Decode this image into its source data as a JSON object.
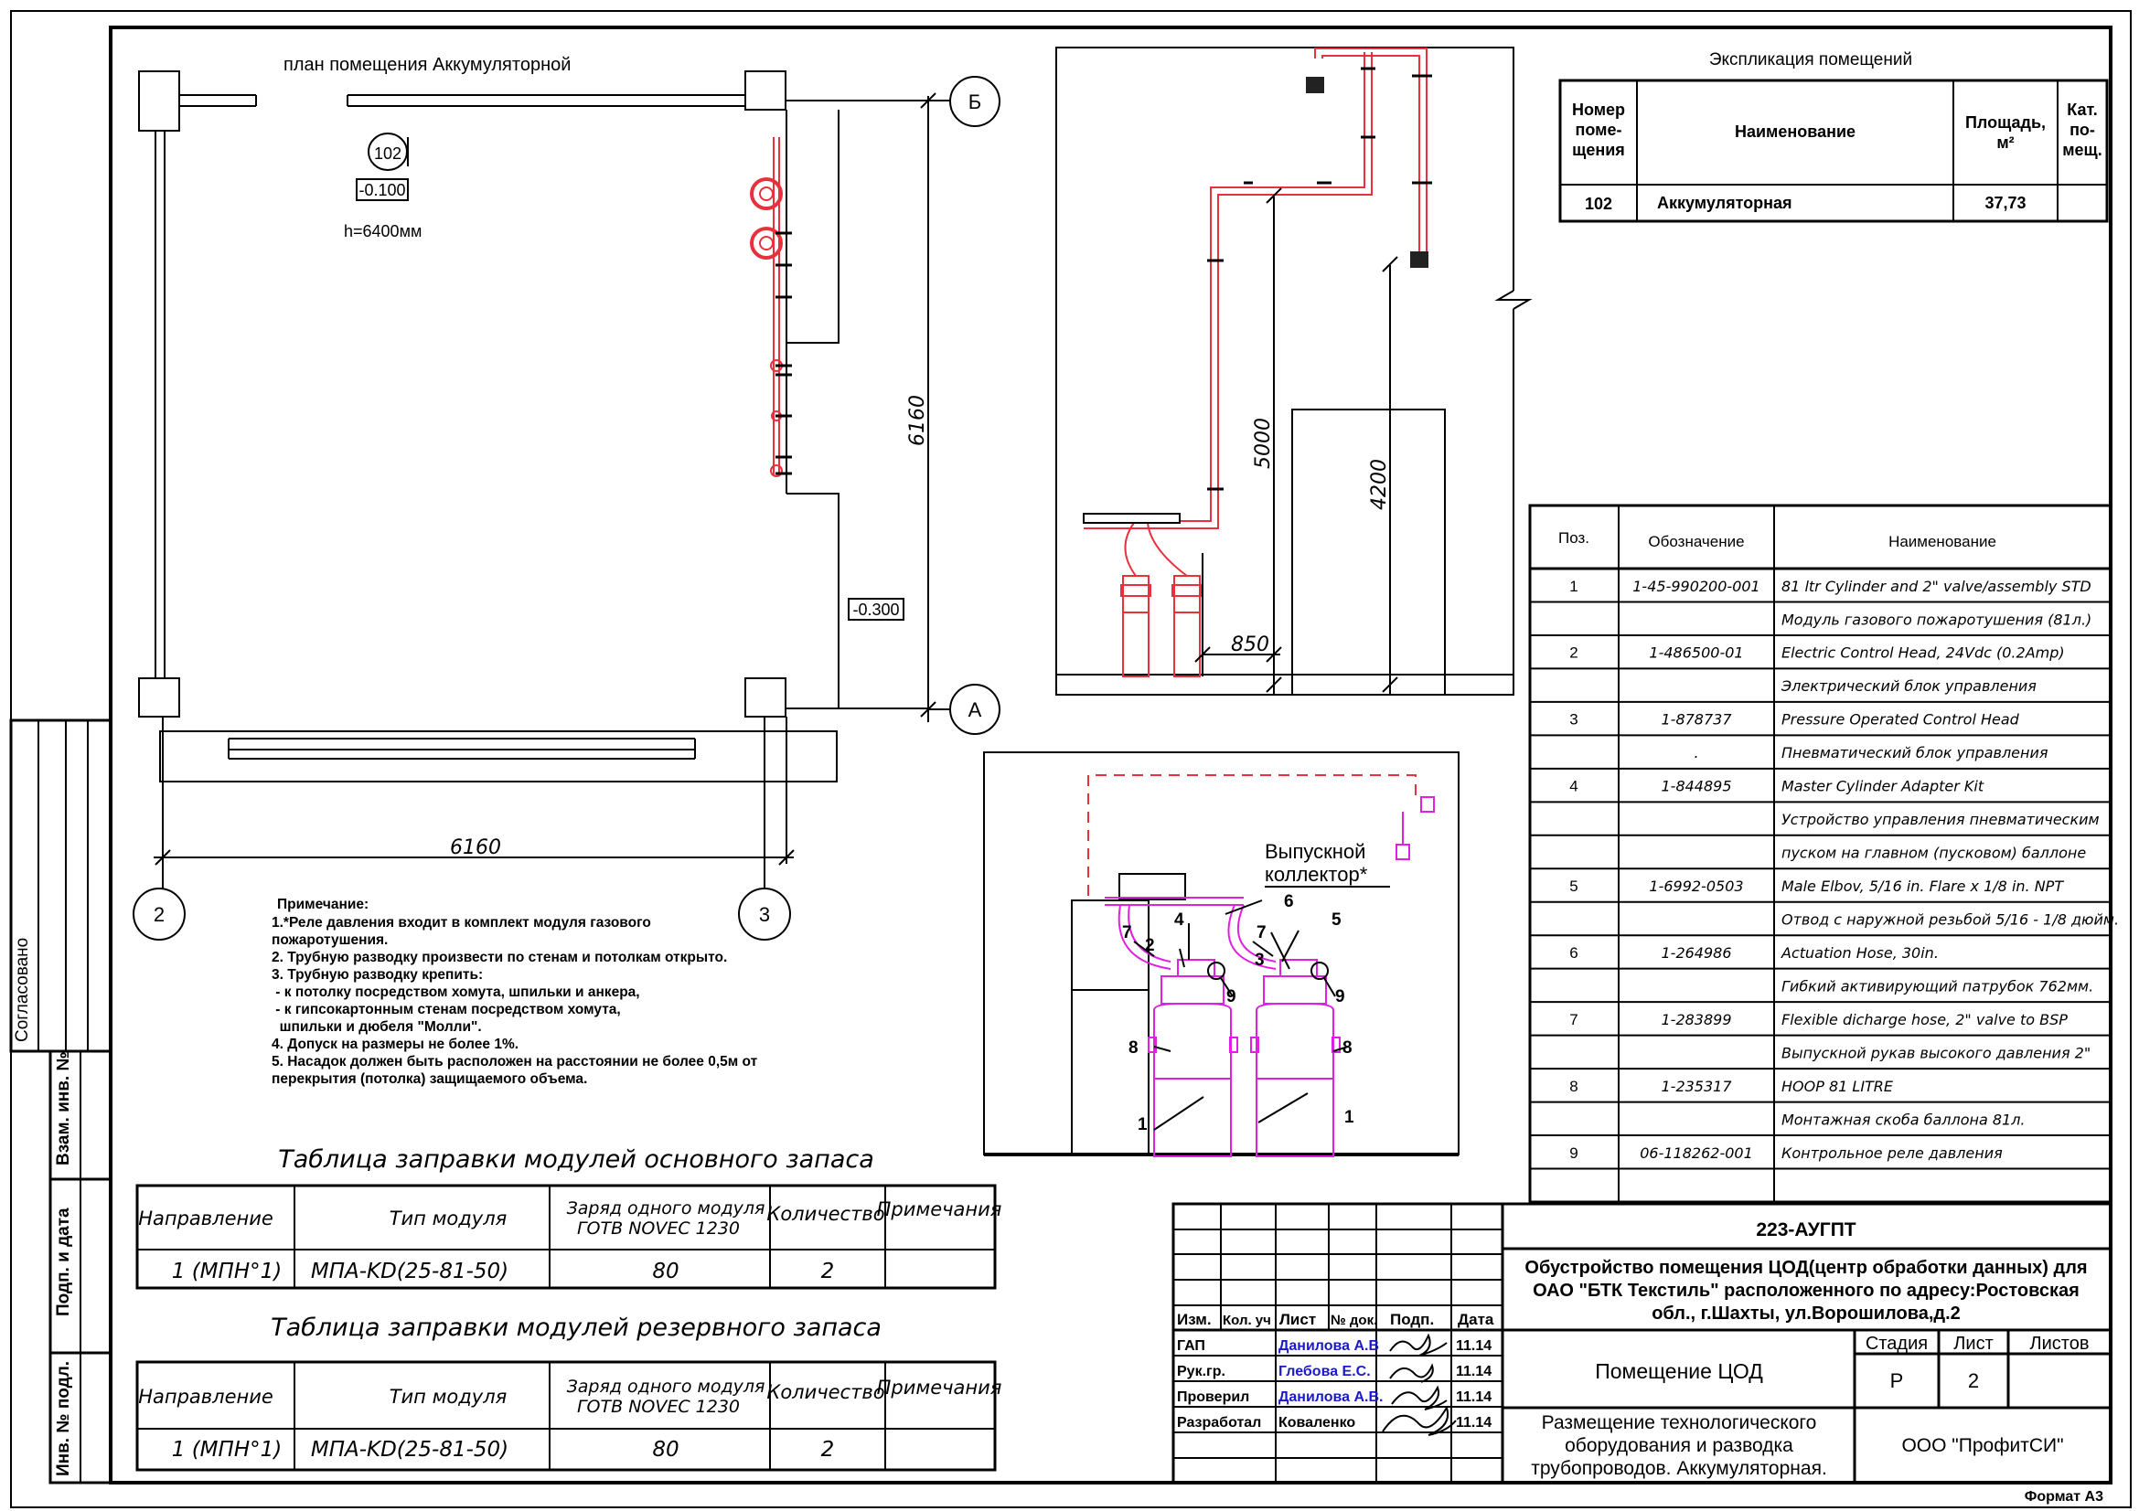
{
  "plan": {
    "title": "план помещения Аккумуляторной",
    "room_no": "102",
    "level_1": "-0.100",
    "height": "h=6400мм",
    "level_2": "-0.300",
    "dim_horizontal": "6160",
    "dim_vertical": "6160",
    "axes": [
      "Б",
      "А",
      "2",
      "3"
    ]
  },
  "notes": {
    "title": "Примечание:",
    "lines": [
      "1.*Реле давления входит в комплект модуля газового",
      "пожаротушения.",
      "2. Трубную разводку произвести по стенам и потолкам открыто.",
      "3. Трубную разводку крепить:",
      " - к потолку посредством хомута, шпильки и анкера,",
      " - к гипсокартонным стенам посредством хомута,",
      "  шпильки и дюбеля \"Молли\".",
      "4. Допуск на размеры не более 1%.",
      "5. Насадок должен быть расположен на расстоянии не более 0,5м от",
      "перекрытия (потолка) защищаемого объема."
    ]
  },
  "elevation": {
    "dim_5000": "5000",
    "dim_4200": "4200",
    "dim_850": "850"
  },
  "detail": {
    "label_line1": "Выпускной",
    "label_line2": "коллектор*",
    "callouts": [
      "4",
      "6",
      "5",
      "7",
      "2",
      "7",
      "3",
      "9",
      "9",
      "8",
      "8",
      "1",
      "1"
    ]
  },
  "explication": {
    "title": "Экспликация помещений",
    "headers": [
      "Номер поме-щения",
      "Наименование",
      "Площадь, м²",
      "Кат. по-мещ."
    ],
    "header_lines": {
      "h1": [
        "Номер",
        "поме-",
        "щения"
      ],
      "h2": [
        "Наименование"
      ],
      "h3": [
        "Площадь,",
        "м²"
      ],
      "h4": [
        "Кат.",
        "по-",
        "мещ."
      ]
    },
    "rows": [
      [
        "102",
        "Аккумуляторная",
        "37,73",
        ""
      ]
    ]
  },
  "spec": {
    "headers": [
      "Поз.",
      "Обозначение",
      "Наименование"
    ],
    "rows": [
      [
        "1",
        "1-45-990200-001",
        "81 ltr Cylinder and 2\" valve/assembly STD"
      ],
      [
        "",
        "",
        "Модуль газового пожаротушения (81л.)"
      ],
      [
        "2",
        "1-486500-01",
        "Electric Control Head, 24Vdc (0.2Amp)"
      ],
      [
        "",
        "",
        "Электрический блок управления"
      ],
      [
        "3",
        "1-878737",
        "Pressure Operated Control Head"
      ],
      [
        "",
        ".",
        "Пневматический блок управления"
      ],
      [
        "4",
        "1-844895",
        "Master Cylinder Adapter Kit"
      ],
      [
        "",
        "",
        "Устройство управления пневматическим"
      ],
      [
        "",
        "",
        "пуском на главном (пусковом) баллоне"
      ],
      [
        "5",
        "1-6992-0503",
        "Male Elbov, 5/16 in. Flare x 1/8 in. NPT"
      ],
      [
        "",
        "",
        "Отвод с наружной резьбой 5/16 - 1/8 дюйм."
      ],
      [
        "6",
        "1-264986",
        "Actuation Hose, 30in."
      ],
      [
        "",
        "",
        "Гибкий активирующий патрубок 762мм."
      ],
      [
        "7",
        "1-283899",
        "Flexible dicharge hose, 2\" valve to BSP"
      ],
      [
        "",
        "",
        "Выпускной рукав высокого давления 2\""
      ],
      [
        "8",
        "1-235317",
        "HOOP 81 LITRE"
      ],
      [
        "",
        "",
        "Монтажная скоба баллона 81л."
      ],
      [
        "9",
        "06-118262-001",
        "Контрольное реле давления"
      ],
      [
        "",
        "",
        ""
      ]
    ]
  },
  "fill_main": {
    "title": "Таблица заправки модулей основного запаса",
    "headers": [
      "Направление",
      "Тип модуля",
      "Заряд одного модуля ГОТВ NOVEC 1230",
      "Количество",
      "Примечания"
    ],
    "row": [
      "1 (МПН°1)",
      "МПА-KD(25-81-50)",
      "80",
      "2",
      ""
    ]
  },
  "fill_reserve": {
    "title": "Таблица заправки модулей резервного запаса",
    "headers": [
      "Направление",
      "Тип модуля",
      "Заряд одного модуля ГОТВ NOVEC 1230",
      "Количество",
      "Примечания"
    ],
    "row": [
      "1 (МПН°1)",
      "МПА-KD(25-81-50)",
      "80",
      "2",
      ""
    ]
  },
  "titleblock": {
    "code": "223-АУГПТ",
    "project": [
      "Обустройство помещения ЦОД(центр обработки данных) для",
      "ОАО \"БТК Текстиль\" расположенного по адресу:Ростовская",
      "обл., г.Шахты, ул.Ворошилова,д.2"
    ],
    "object": "Помещение ЦОД",
    "sheet_title": [
      "Размещение технологического",
      "оборудования и разводка",
      "трубопроводов. Аккумуляторная."
    ],
    "company": "ООО \"ПрофитСИ\"",
    "col_headers": [
      "Изм.",
      "Кол. уч",
      "Лист",
      "№ док.",
      "Подп.",
      "Дата"
    ],
    "stage_headers": [
      "Стадия",
      "Лист",
      "Листов"
    ],
    "stage_values": [
      "Р",
      "2",
      ""
    ],
    "signers": [
      {
        "role": "ГАП",
        "name": "Данилова А.В",
        "date": "11.14",
        "blue": true
      },
      {
        "role": "Рук.гр.",
        "name": "Глебова Е.С.",
        "date": "11.14",
        "blue": true
      },
      {
        "role": "Проверил",
        "name": "Данилова А.В.",
        "date": "11.14",
        "blue": true
      },
      {
        "role": "Разработал",
        "name": "Коваленко",
        "date": "11.14",
        "blue": false
      }
    ],
    "format": "Формат А3"
  },
  "side_stamp": {
    "labels": [
      "Согласовано",
      "Взам. инв. №",
      "Подп. и дата",
      "Инв. № подл."
    ]
  },
  "colors": {
    "pipe": "#e8313c",
    "detail": "#e020e0",
    "signer": "#1a1acc"
  }
}
